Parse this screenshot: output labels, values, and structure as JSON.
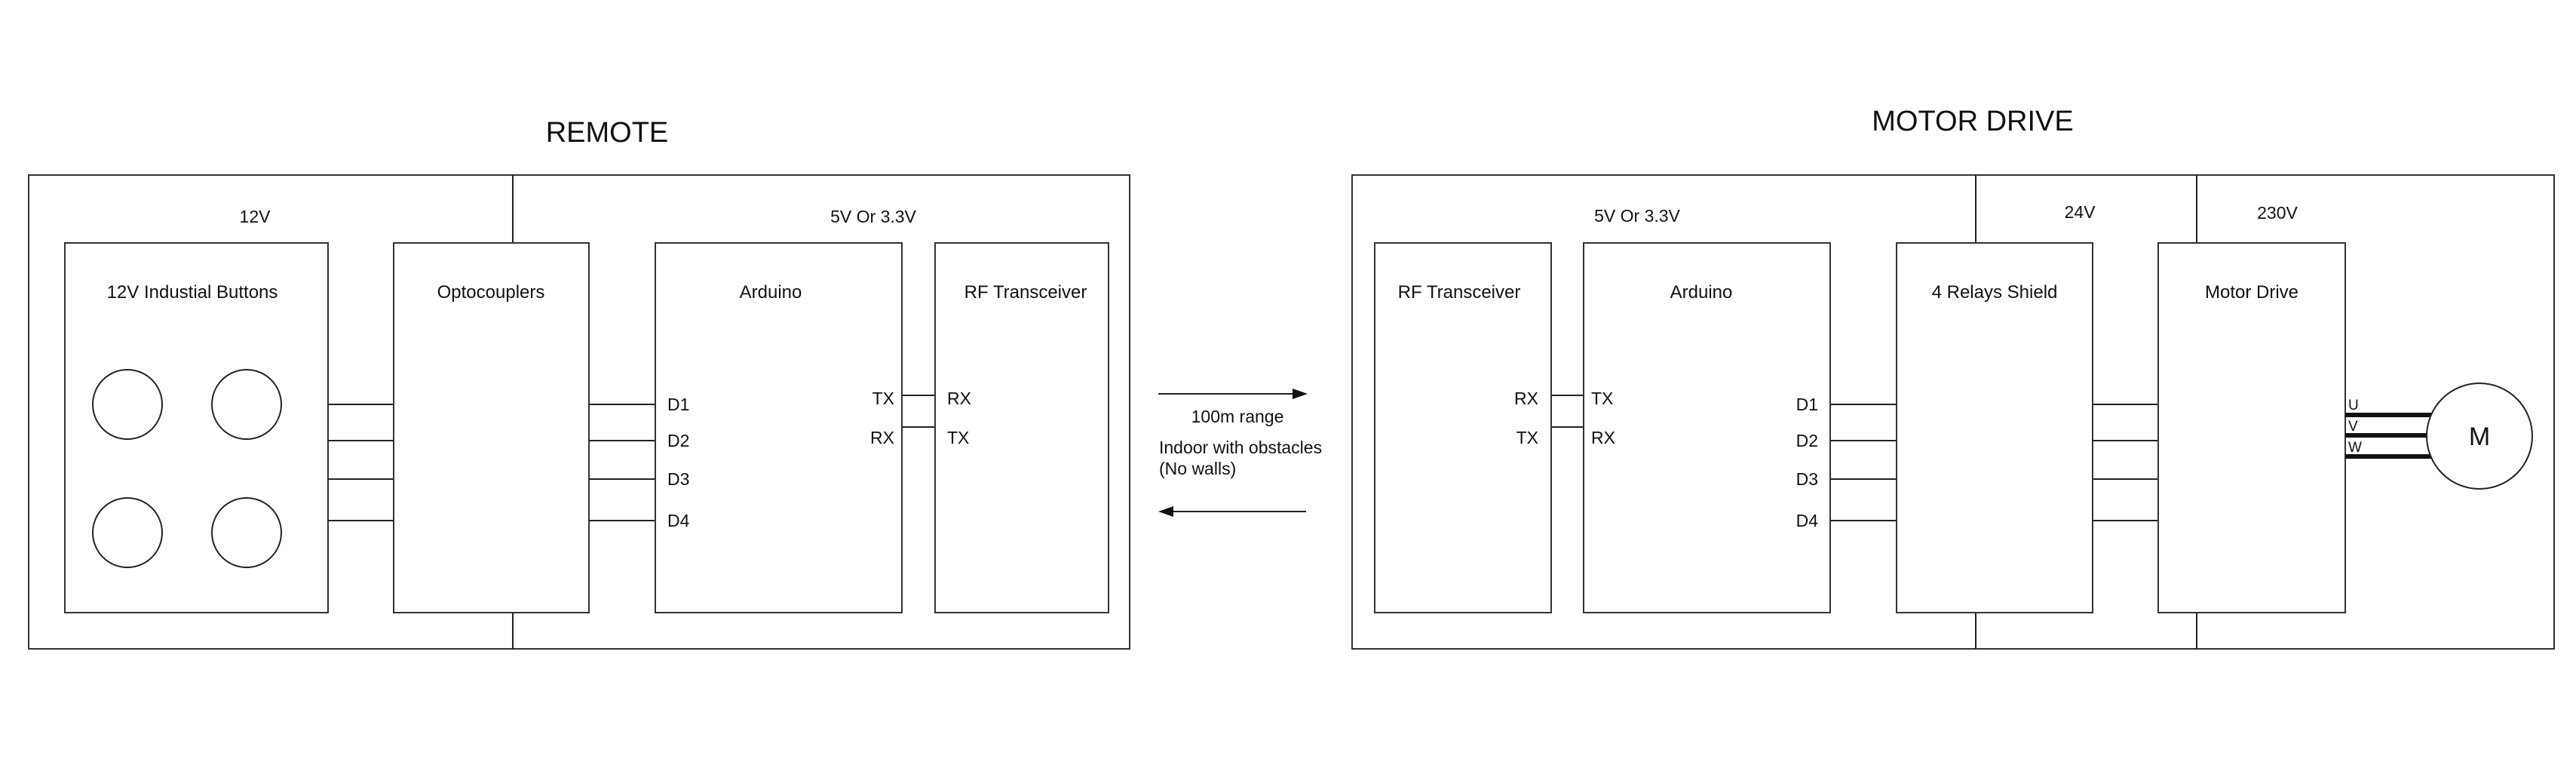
{
  "remote": {
    "title": "REMOTE",
    "voltages": {
      "left": "12V",
      "right": "5V Or 3.3V"
    },
    "blocks": {
      "buttons": "12V Industial Buttons",
      "optocouplers": "Optocouplers",
      "arduino": "Arduino",
      "rf": "RF Transceiver"
    },
    "arduino_pins": [
      "D1",
      "D2",
      "D3",
      "D4"
    ],
    "arduino_serial": [
      "TX",
      "RX"
    ],
    "rf_serial": [
      "RX",
      "TX"
    ]
  },
  "link": {
    "range": "100m range",
    "note_line1": "Indoor with obstacles",
    "note_line2": "(No walls)"
  },
  "motor": {
    "title": "MOTOR DRIVE",
    "voltages": {
      "logic": "5V Or 3.3V",
      "relay": "24V",
      "mains": "230V"
    },
    "blocks": {
      "rf": "RF Transceiver",
      "arduino": "Arduino",
      "relays": "4 Relays Shield",
      "drive": "Motor Drive"
    },
    "rf_serial": [
      "RX",
      "TX"
    ],
    "arduino_serial": [
      "TX",
      "RX"
    ],
    "arduino_pins": [
      "D1",
      "D2",
      "D3",
      "D4"
    ],
    "phases": [
      "U",
      "V",
      "W"
    ],
    "motor_symbol": "M"
  }
}
